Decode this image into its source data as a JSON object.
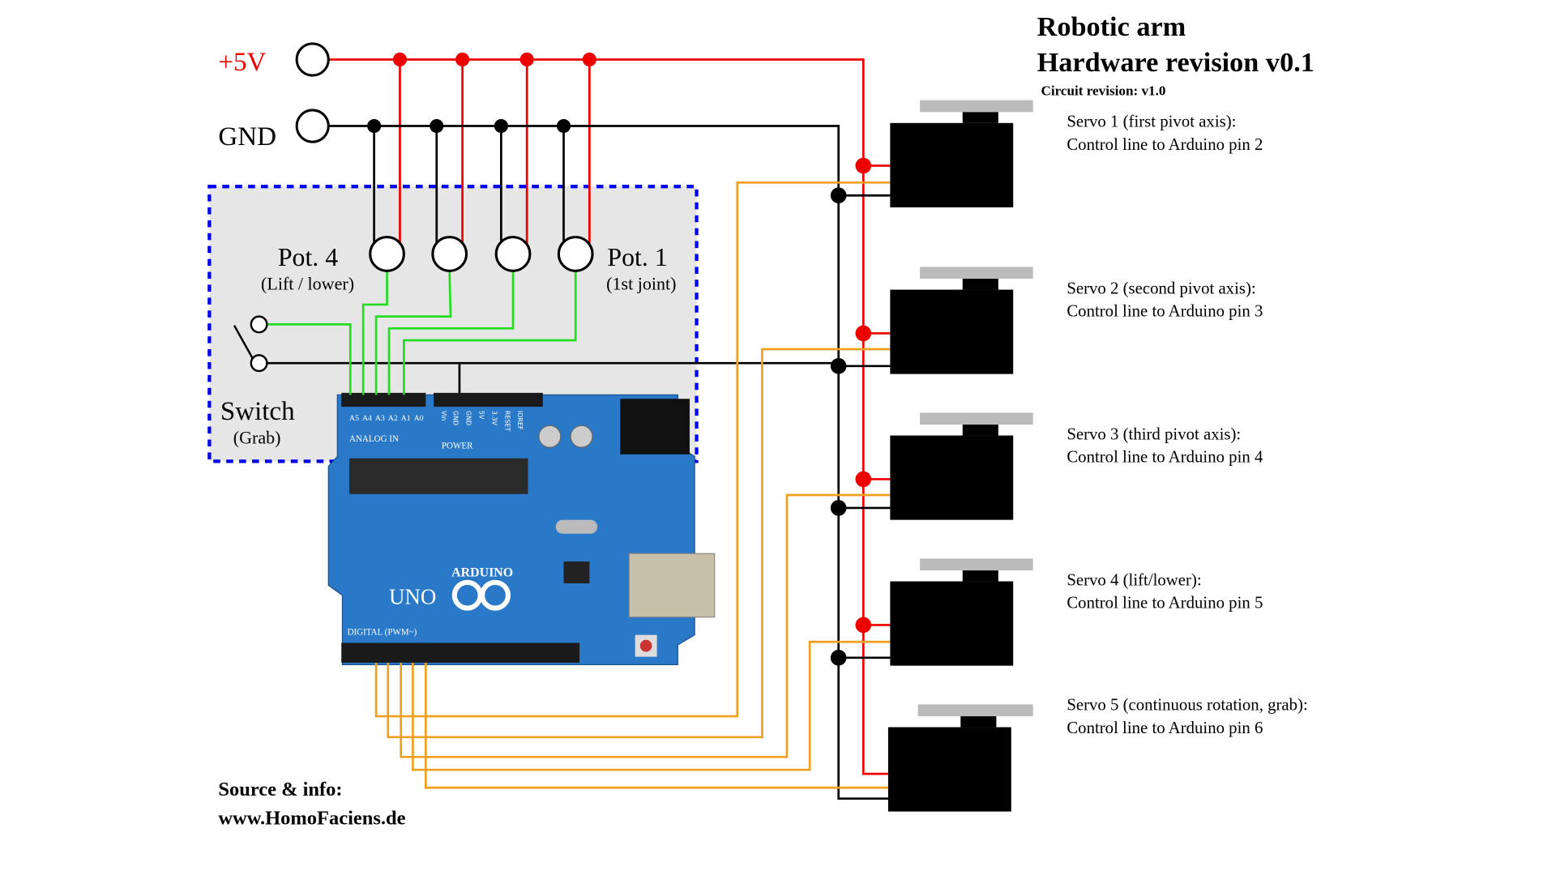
{
  "title": {
    "line1": "Robotic arm",
    "line2": "Hardware revision v0.1",
    "circuit_revision": "Circuit revision: v1.0"
  },
  "rails": {
    "plus5v": "+5V",
    "gnd": "GND"
  },
  "pots": {
    "pot4_label": "Pot. 4",
    "pot4_sub": "(Lift / lower)",
    "pot1_label": "Pot. 1",
    "pot1_sub": "(1st joint)"
  },
  "switch": {
    "label": "Switch",
    "sub": "(Grab)"
  },
  "arduino": {
    "brand": "ARDUINO",
    "model": "UNO",
    "analog_pins": [
      "A5",
      "A4",
      "A3",
      "A2",
      "A1",
      "A0"
    ],
    "analog_header": "ANALOG IN",
    "power_pins": [
      "Vin",
      "GND",
      "GND",
      "5V",
      "3.3V",
      "RESET",
      "IOREF"
    ],
    "power_header": "POWER",
    "digital_header": "DIGITAL (PWM~)"
  },
  "servos": [
    {
      "line1": "Servo 1 (first pivot axis):",
      "line2": "Control line to Arduino pin 2"
    },
    {
      "line1": "Servo 2  (second pivot axis):",
      "line2": "Control line to Arduino pin 3"
    },
    {
      "line1": "Servo 3  (third pivot axis):",
      "line2": "Control line to Arduino pin 4"
    },
    {
      "line1": "Servo 4  (lift/lower):",
      "line2": "Control line to Arduino pin 5"
    },
    {
      "line1": "Servo 5  (continuous rotation, grab):",
      "line2": "Control line to Arduino pin 6"
    }
  ],
  "source": {
    "line1": "Source & info:",
    "line2": "www.HomoFaciens.de"
  },
  "colors": {
    "power": "#ee0000",
    "ground": "#000000",
    "signal_pot": "#22dd22",
    "signal_servo": "#f0a020",
    "box": "#0000ee",
    "board": "#2a78c8"
  }
}
